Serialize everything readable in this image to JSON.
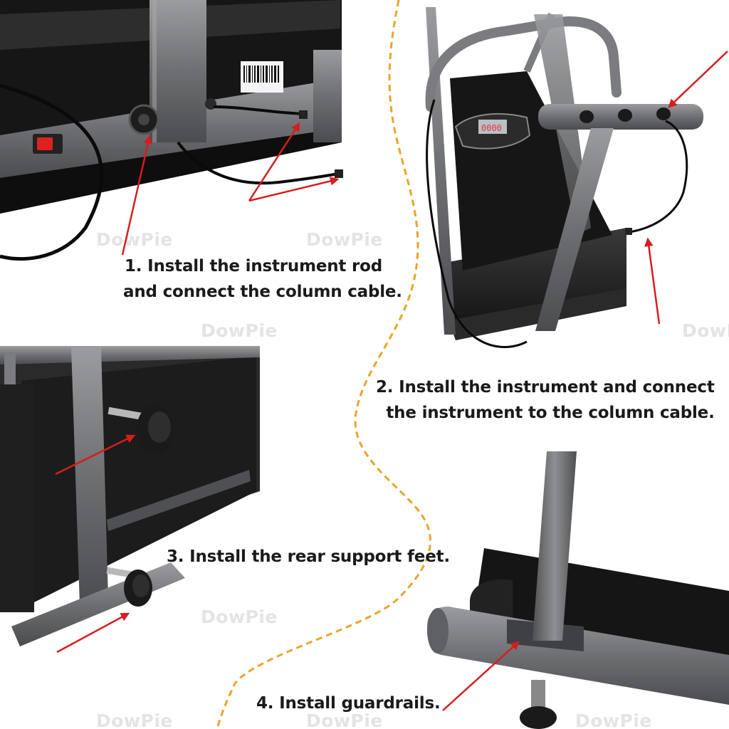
{
  "watermark": "DowPie",
  "steps": [
    {
      "line1": "1. Install the instrument rod",
      "line2": "and connect the column cable."
    },
    {
      "line1": "2. Install the instrument and connect",
      "line2": "the instrument to the column cable."
    },
    {
      "line1": "3. Install the rear support feet."
    },
    {
      "line1": "4. Install guardrails."
    }
  ],
  "colors": {
    "arrow": "#d61d1d",
    "divider": "#e8a52c",
    "frame": "#6d6f72",
    "belt": "#1c1c1c"
  }
}
